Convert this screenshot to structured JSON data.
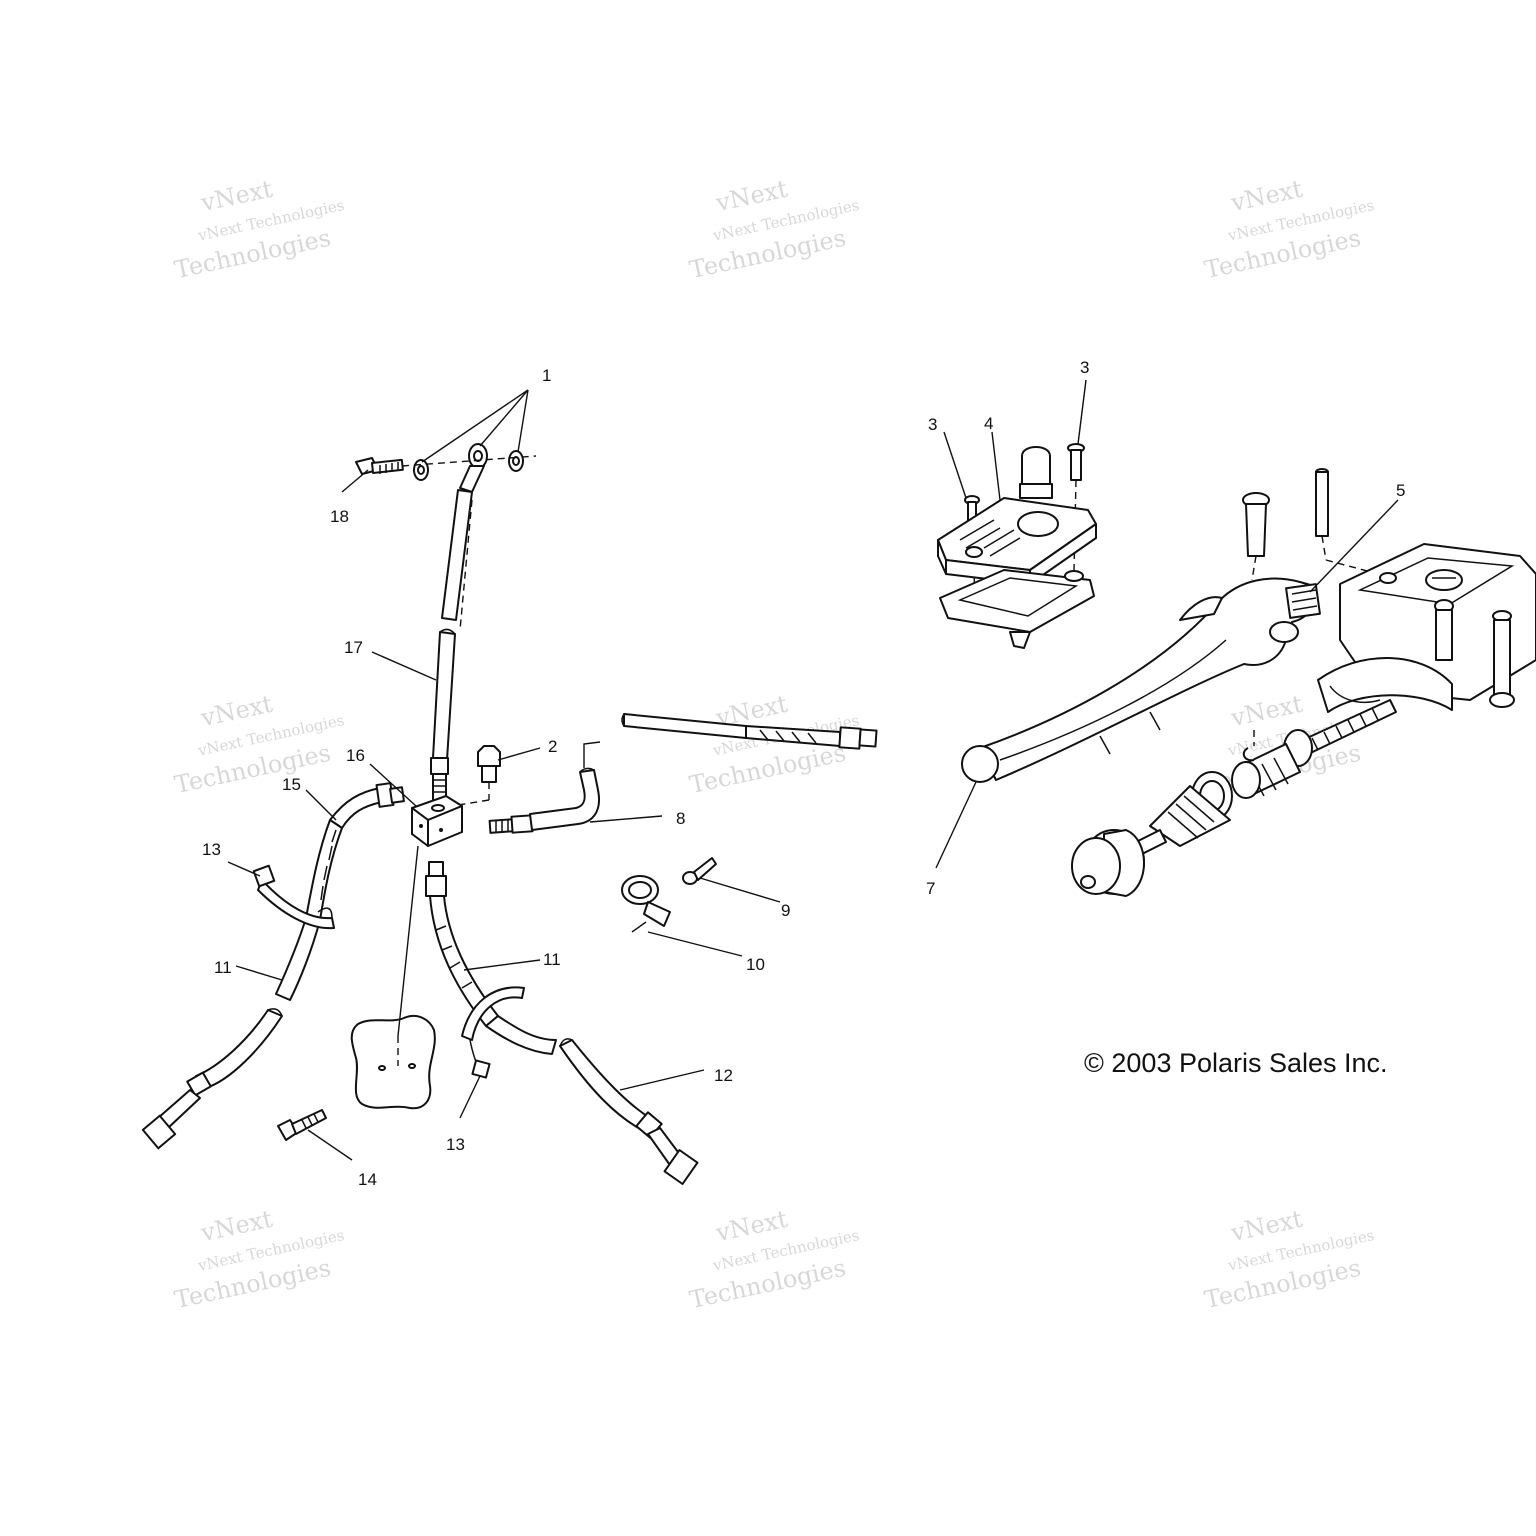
{
  "watermark": {
    "line1": "vNext",
    "line2": "vNext Technologies",
    "line3": "Technologies"
  },
  "copyright": "© 2003 Polaris Sales Inc.",
  "callouts": {
    "c1": "1",
    "c2": "2",
    "c3a": "3",
    "c3b": "3",
    "c4": "4",
    "c5": "5",
    "c7": "7",
    "c8": "8",
    "c9": "9",
    "c10": "10",
    "c11a": "11",
    "c11b": "11",
    "c12": "12",
    "c13a": "13",
    "c13b": "13",
    "c14": "14",
    "c15": "15",
    "c16": "16",
    "c17": "17",
    "c18": "18"
  }
}
